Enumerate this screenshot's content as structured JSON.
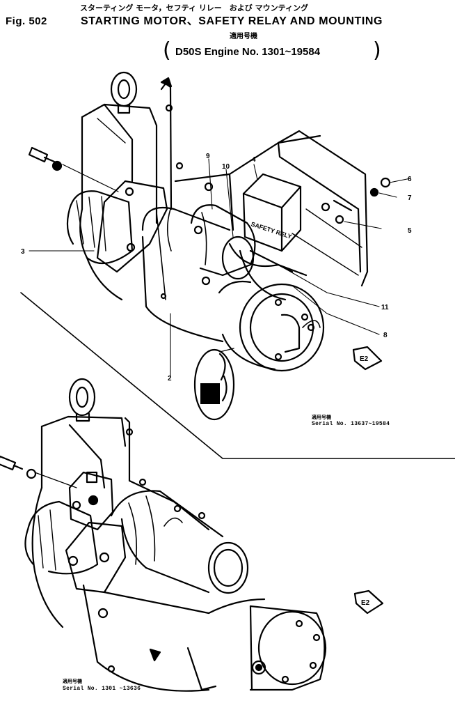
{
  "header": {
    "jp_title": "スターティング モータ，セフティ リレー　および マウンティング",
    "fig_label": "Fig. 502",
    "title": "STARTING MOTOR、SAFETY RELAY  AND MOUNTING",
    "jp_applicable": "適用号機",
    "paren_open": "(",
    "model_line": "D50S  Engine No. 1301~19584",
    "paren_close": ")"
  },
  "diagram": {
    "relay_label": "SAFETY RELY",
    "callouts": [
      "2",
      "3",
      "4",
      "5",
      "6",
      "7",
      "8",
      "9",
      "10",
      "11"
    ],
    "arrow_tags": [
      "E2",
      "E2"
    ]
  },
  "serials": {
    "upper": {
      "jp": "適用号機",
      "text": "Serial No. 13637~19584"
    },
    "lower": {
      "jp": "適用号機",
      "text": "Serial No. 1301 ~13636"
    }
  }
}
